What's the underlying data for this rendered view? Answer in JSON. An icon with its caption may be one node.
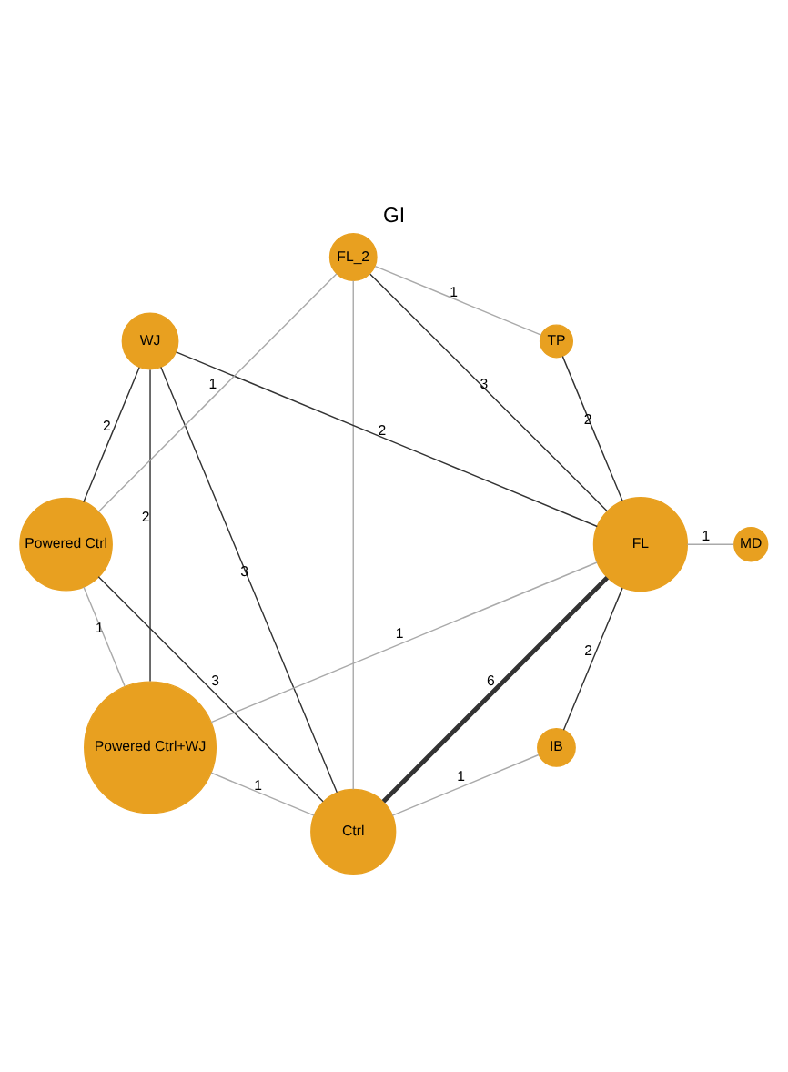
{
  "diagram": {
    "title": "GI",
    "nodes": [
      {
        "text": [
          "Ctrl"
        ]
      },
      {
        "text": [
          "WJ"
        ]
      },
      {
        "text": [
          "FL"
        ]
      },
      {
        "text": [
          "TP"
        ]
      },
      {
        "text": [
          "FL_2"
        ]
      },
      {
        "text": [
          "Powered Ctrl+WJ"
        ]
      },
      {
        "text": [
          "IB"
        ]
      },
      {
        "text": [
          "Powered Ctrl"
        ]
      },
      {
        "text": [
          "MD"
        ]
      }
    ],
    "edges": [
      {
        "from": 1,
        "to": 0,
        "arrow": "none",
        "label": "3"
      },
      {
        "from": 0,
        "to": 2,
        "arrow": "none",
        "label": "6",
        "style": "thick"
      },
      {
        "from": 1,
        "to": 2,
        "arrow": "none",
        "label": "2"
      },
      {
        "from": 0,
        "to": 5,
        "arrow": "none",
        "label": "1",
        "color": "#aaaaaa"
      },
      {
        "from": 0,
        "to": 7,
        "arrow": "none",
        "label": "3"
      },
      {
        "from": 0,
        "to": 6,
        "arrow": "none",
        "label": "1",
        "color": "#aaaaaa"
      },
      {
        "from": 0,
        "to": 4,
        "arrow": "none",
        "color": "#aaaaaa"
      },
      {
        "from": 2,
        "to": 3,
        "arrow": "none",
        "label": "2"
      },
      {
        "from": 2,
        "to": 4,
        "arrow": "none",
        "label": "3"
      },
      {
        "from": 2,
        "to": 5,
        "arrow": "none",
        "label": "1",
        "color": "#aaaaaa"
      },
      {
        "from": 2,
        "to": 8,
        "arrow": "none",
        "label": "1",
        "color": "#aaaaaa"
      },
      {
        "from": 2,
        "to": 6,
        "arrow": "none",
        "label": "2"
      },
      {
        "from": 3,
        "to": 4,
        "arrow": "none",
        "label": "1",
        "color": "#aaaaaa"
      },
      {
        "from": 1,
        "to": 5,
        "arrow": "none",
        "label": "2"
      },
      {
        "from": 1,
        "to": 7,
        "arrow": "none",
        "label": "2"
      },
      {
        "from": 5,
        "to": 7,
        "arrow": "none",
        "label": "1",
        "color": "#aaaaaa"
      },
      {
        "from": 7,
        "to": 4,
        "arrow": "none",
        "label": "1",
        "color": "#aaaaaa"
      }
    ]
  }
}
